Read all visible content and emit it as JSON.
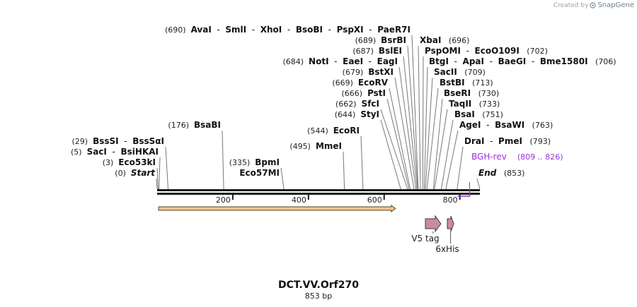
{
  "branding": {
    "created_by": "Created by",
    "product": "SnapGene",
    "logo_icon": "snapgene-logo-icon"
  },
  "sequence": {
    "name": "DCT.VV.Orf270",
    "length_label": "853 bp",
    "length": 853
  },
  "axis_ticks": [
    {
      "label": "200",
      "pos": 200
    },
    {
      "label": "400",
      "pos": 400
    },
    {
      "label": "600",
      "pos": 600
    },
    {
      "label": "800",
      "pos": 800
    }
  ],
  "site_rows": [
    {
      "pos_text": "(0)",
      "sites": [
        {
          "name": "Start",
          "pos": 0,
          "italic": true
        }
      ]
    },
    {
      "pos_text": "(3)",
      "sites": [
        {
          "name": "Eco53kI",
          "pos": 3
        }
      ]
    },
    {
      "pos_text": "(5)",
      "sites": [
        {
          "name": "SacI",
          "pos": 5
        },
        {
          "name": "BsiHKAI",
          "pos": 5
        }
      ]
    },
    {
      "pos_text": "(29)",
      "sites": [
        {
          "name": "BssSI",
          "pos": 29
        },
        {
          "name": "BssSαI",
          "pos": 29
        }
      ]
    },
    {
      "pos_text": "(176)",
      "sites": [
        {
          "name": "BsaBI",
          "pos": 176
        }
      ]
    },
    {
      "pos_text": "(335)",
      "sites": [
        {
          "name": "BpmI",
          "pos": 335
        }
      ]
    },
    {
      "pos_text": "",
      "sites": [
        {
          "name": "Eco57MI",
          "pos": 335
        }
      ]
    },
    {
      "pos_text": "(495)",
      "sites": [
        {
          "name": "MmeI",
          "pos": 495
        }
      ]
    },
    {
      "pos_text": "(544)",
      "sites": [
        {
          "name": "EcoRI",
          "pos": 544
        }
      ]
    },
    {
      "pos_text": "(644)",
      "sites": [
        {
          "name": "StyI",
          "pos": 644
        }
      ]
    },
    {
      "pos_text": "(662)",
      "sites": [
        {
          "name": "SfcI",
          "pos": 662
        }
      ]
    },
    {
      "pos_text": "(666)",
      "sites": [
        {
          "name": "PstI",
          "pos": 666
        }
      ]
    },
    {
      "pos_text": "(669)",
      "sites": [
        {
          "name": "EcoRV",
          "pos": 669
        }
      ]
    },
    {
      "pos_text": "(679)",
      "sites": [
        {
          "name": "BstXI",
          "pos": 679
        }
      ]
    },
    {
      "pos_text": "(684)",
      "sites": [
        {
          "name": "NotI",
          "pos": 684
        },
        {
          "name": "EaeI",
          "pos": 684
        },
        {
          "name": "EagI",
          "pos": 684
        }
      ]
    },
    {
      "pos_text": "(687)",
      "sites": [
        {
          "name": "BslEI",
          "pos": 687
        }
      ]
    },
    {
      "pos_text": "(689)",
      "sites": [
        {
          "name": "BsrBI",
          "pos": 689
        }
      ]
    },
    {
      "pos_text": "(690)",
      "sites": [
        {
          "name": "AvaI",
          "pos": 690
        },
        {
          "name": "SmlI",
          "pos": 690
        },
        {
          "name": "XhoI",
          "pos": 690
        },
        {
          "name": "BsoBI",
          "pos": 690
        },
        {
          "name": "PspXI",
          "pos": 690
        },
        {
          "name": "PaeR7I",
          "pos": 690
        }
      ]
    },
    {
      "pos_text": "(696)",
      "sites": [
        {
          "name": "XbaI",
          "pos": 696
        }
      ]
    },
    {
      "pos_text": "(702)",
      "sites": [
        {
          "name": "PspOMI",
          "pos": 702
        },
        {
          "name": "EcoO109I",
          "pos": 702
        }
      ]
    },
    {
      "pos_text": "(706)",
      "sites": [
        {
          "name": "BtgI",
          "pos": 706
        },
        {
          "name": "ApaI",
          "pos": 706
        },
        {
          "name": "BaeGI",
          "pos": 706
        },
        {
          "name": "Bme1580I",
          "pos": 706
        }
      ]
    },
    {
      "pos_text": "(709)",
      "sites": [
        {
          "name": "SacII",
          "pos": 709
        }
      ]
    },
    {
      "pos_text": "(713)",
      "sites": [
        {
          "name": "BstBI",
          "pos": 713
        }
      ]
    },
    {
      "pos_text": "(730)",
      "sites": [
        {
          "name": "BseRI",
          "pos": 730
        }
      ]
    },
    {
      "pos_text": "(733)",
      "sites": [
        {
          "name": "TaqII",
          "pos": 733
        }
      ]
    },
    {
      "pos_text": "(751)",
      "sites": [
        {
          "name": "BsaI",
          "pos": 751
        }
      ]
    },
    {
      "pos_text": "(763)",
      "sites": [
        {
          "name": "AgeI",
          "pos": 763
        },
        {
          "name": "BsaWI",
          "pos": 763
        }
      ]
    },
    {
      "pos_text": "(793)",
      "sites": [
        {
          "name": "DraI",
          "pos": 793
        },
        {
          "name": "PmeI",
          "pos": 793
        }
      ]
    },
    {
      "pos_text": "(853)",
      "sites": [
        {
          "name": "End",
          "pos": 853,
          "italic": true
        }
      ]
    }
  ],
  "primer": {
    "name": "BGH-rev",
    "range_text": "(809 .. 826)",
    "start": 809,
    "end": 826,
    "color": "#9b30d9"
  },
  "orf": {
    "start": 0,
    "end": 630,
    "color": "#f3c28a",
    "stroke": "#5a4a32"
  },
  "features": [
    {
      "name": "V5 tag",
      "start": 709,
      "end": 750,
      "color": "#c98aa6"
    },
    {
      "name": "6xHis",
      "start": 767,
      "end": 784,
      "color": "#c98aa6"
    }
  ]
}
